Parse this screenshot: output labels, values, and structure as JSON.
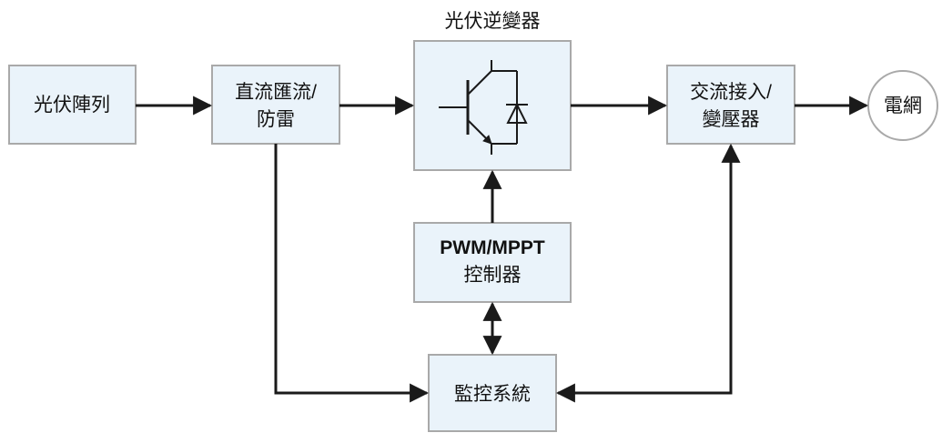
{
  "diagram": {
    "inverter_title": "光伏逆變器",
    "nodes": {
      "pv_array": "光伏陣列",
      "dc_combiner_line1": "直流匯流/",
      "dc_combiner_line2": "防雷",
      "ac_line1": "交流接入/",
      "ac_line2": "變壓器",
      "grid": "電網",
      "controller_line1": "PWM/MPPT",
      "controller_line2": "控制器",
      "monitor": "監控系統"
    },
    "colors": {
      "box_fill": "#eaf3fa",
      "box_border": "#a9a9a9",
      "line": "#1a1a1a"
    }
  }
}
